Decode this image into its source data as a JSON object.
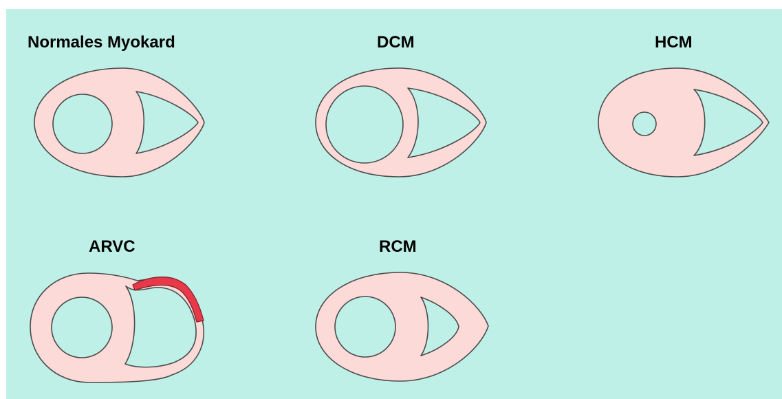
{
  "labels": {
    "normal": "Normales Myokard",
    "dcm": "DCM",
    "hcm": "HCM",
    "arvc": "ARVC",
    "rcm": "RCM"
  },
  "colors": {
    "background": "#bff0e8",
    "myocardium": "#fcdad8",
    "outline": "#4a4a4a",
    "arvc_lesion": "#e8394a"
  }
}
